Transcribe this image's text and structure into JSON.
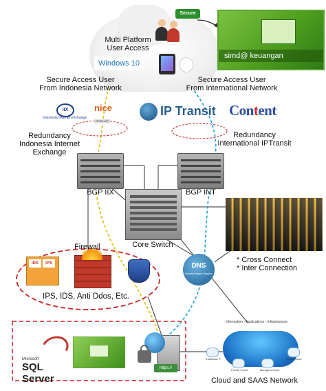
{
  "top": {
    "user_access_label": "Multi Platform\nUser Access",
    "secure_badge": "Secure",
    "windows_label": "Windows 10",
    "simd_label": "simd@ keuangan"
  },
  "access": {
    "indonesia_label": "Secure Access User\nFrom Indonesia Network",
    "international_label": "Secure Access User\nFrom International Network"
  },
  "logos": {
    "iix_mark": "IIX",
    "iix_text": "Indonesia Internet eXchange",
    "nice_mark": "nice",
    "nice_sub": "OPEN IXP",
    "iptransit": "IP Transit",
    "content_pre": "Con",
    "content_t": "t",
    "content_post": "ent"
  },
  "redundancy": {
    "indonesia": "Redundancy\nIndonesia Internet Exchange",
    "international": "Redundancy\nInternational IPTransit"
  },
  "network": {
    "bgp_iix": "BGP IIX",
    "bgp_int": "BGP INT",
    "core_switch": "Core Switch",
    "firewall": "Firewall",
    "cross_connect": "* Cross Connect\n* Inter Connection",
    "security_label": "IPS, IDS, Anti Ddos, Etc.",
    "dns_label": "DNS",
    "dns_sub": "Domain Name System",
    "ips_a": "IDS",
    "ips_b": "IPS"
  },
  "bottom": {
    "sql_microsoft": "Microsoft",
    "sql_server": "SQL Server",
    "https_label": "https://",
    "cloud_top_text": "Information - Applications - Infrastructure",
    "cloud_caption": "Cloud and SAAS Network",
    "mini_labels": [
      "Traditional IT",
      "Private Cloud",
      "Managed Cloud",
      "Public Cloud"
    ]
  },
  "colors": {
    "yellow_dash": "#e0c21a",
    "blue_dash": "#2aa6d8",
    "red_dash": "#cc2222",
    "line_gray": "#555555"
  }
}
